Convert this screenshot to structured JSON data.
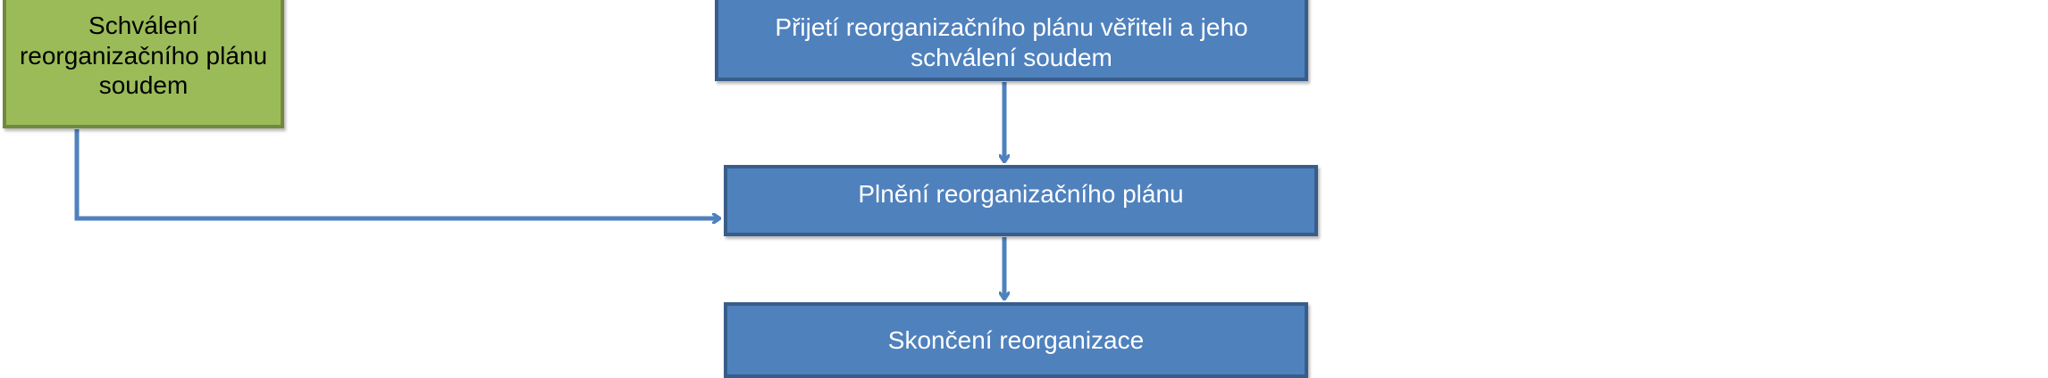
{
  "diagram": {
    "nodes": {
      "court_approval": "Schválení reorganizačního plánu soudem",
      "acceptance": "Přijetí reorganizačního plánu věřiteli a jeho schválení soudem",
      "fulfillment": "Plnění reorganizačního plánu",
      "end": "Skončení reorganizace"
    },
    "colors": {
      "box_fill": "#4f81bd",
      "box_border": "#385d8a",
      "green_fill": "#9bbb59",
      "green_border": "#71893f",
      "connector": "#4f81bd"
    }
  }
}
